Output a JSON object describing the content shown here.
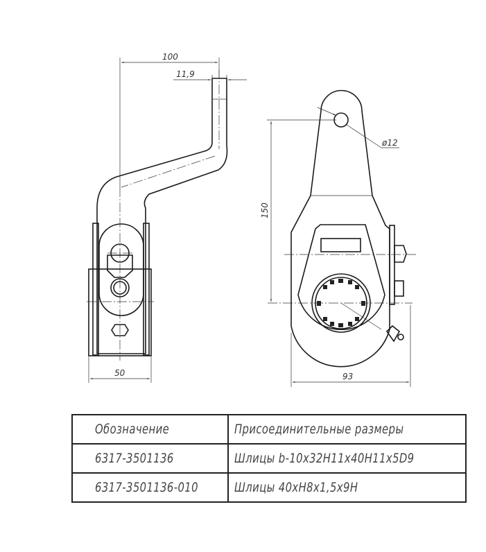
{
  "drawing": {
    "side_view": {
      "dim_total": "100",
      "dim_arm": "11,9",
      "dim_width": "50"
    },
    "front_view": {
      "dim_height": "150",
      "dim_hole": "ø12",
      "dim_width": "93"
    }
  },
  "table": {
    "headers": [
      "Обозначение",
      "Присоединительные размеры"
    ],
    "rows": [
      [
        "6317-3501136",
        "Шлицы b-10x32H11x40H11x5D9"
      ],
      [
        "6317-3501136-010",
        "Шлицы 40xH8x1,5x9H"
      ]
    ]
  }
}
